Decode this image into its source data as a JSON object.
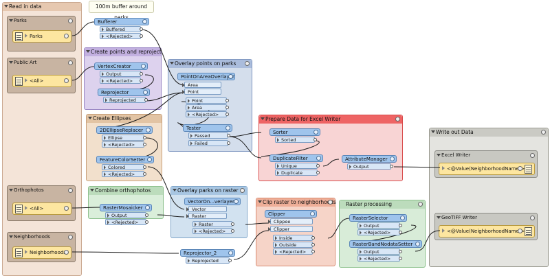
{
  "bookmarks": {
    "read_in_data": "Read in data",
    "create_points": "Create points and reproject",
    "overlay_points": "Overlay points on parks",
    "create_ellipses": "Create Ellipses",
    "combine_ortho": "Combine orthophotos",
    "overlay_parks_raster": "Overlay parks on raster",
    "clip_raster": "Clip raster to neighborhoods",
    "raster_processing": "Raster processing",
    "prepare_excel": "Prepare Data for Excel Writer",
    "write_out": "Write out Data"
  },
  "readers": {
    "parks": {
      "title": "Parks",
      "feature_type": "Parks"
    },
    "public_art": {
      "title": "Public Art",
      "feature_type": "<All>"
    },
    "orthophotos": {
      "title": "Orthophotos",
      "feature_type": "<All>"
    },
    "neighborhoods": {
      "title": "Neighborhoods",
      "feature_type": "Neighborhoods"
    }
  },
  "writers": {
    "excel": {
      "title": "Excel Writer",
      "feature_type": "<@Value(NeighborhoodName)>"
    },
    "geotiff": {
      "title": "GeoTIFF Writer",
      "feature_type": "<@Value(NeighborhoodName)>"
    }
  },
  "note": "100m buffer around parks",
  "transformers": {
    "bufferer": {
      "name": "Bufferer",
      "ports": [
        "Buffered",
        "<Rejected>"
      ]
    },
    "vertexcreator": {
      "name": "VertexCreator",
      "ports": [
        "Output",
        "<Rejected>"
      ]
    },
    "reprojector": {
      "name": "Reprojector",
      "ports": [
        "Reprojected"
      ]
    },
    "pointonarea": {
      "name": "PointOnAreaOverlayer",
      "inputs": [
        "Area",
        "Point"
      ],
      "ports": [
        "Point",
        "Area",
        "<Rejected>"
      ]
    },
    "tester": {
      "name": "Tester",
      "ports": [
        "Passed",
        "Failed"
      ]
    },
    "ellipse": {
      "name": "2DEllipseReplacer",
      "ports": [
        "Ellipse",
        "<Rejected>"
      ]
    },
    "colorsetter": {
      "name": "FeatureColorSetter",
      "ports": [
        "Colored",
        "<Rejected>"
      ]
    },
    "mosaicker": {
      "name": "RasterMosaicker",
      "ports": [
        "Output",
        "<Rejected>"
      ]
    },
    "vectoron": {
      "name": "VectorOn...verlayer",
      "inputs": [
        "Vector",
        "Raster"
      ],
      "ports": [
        "Raster",
        "<Rejected>"
      ]
    },
    "reprojector2": {
      "name": "Reprojector_2",
      "ports": [
        "Reprojected"
      ]
    },
    "clipper": {
      "name": "Clipper",
      "inputs": [
        "Clippee",
        "Clipper"
      ],
      "ports": [
        "Inside",
        "Outside",
        "<Rejected>"
      ]
    },
    "sorter": {
      "name": "Sorter",
      "ports": [
        "Sorted"
      ]
    },
    "duplicate": {
      "name": "DuplicateFilter",
      "ports": [
        "Unique",
        "Duplicate"
      ]
    },
    "attrmanager": {
      "name": "AttributeManager",
      "ports": [
        "Output"
      ]
    },
    "rasterselector": {
      "name": "RasterSelector",
      "ports": [
        "Output",
        "<Rejected>"
      ]
    },
    "nodatasetter": {
      "name": "RasterBandNodataSetter",
      "ports": [
        "Output",
        "<Rejected>"
      ]
    }
  },
  "colors": {
    "read_bg": "#f4e4d8",
    "points_bg": "#ddd2ee",
    "overlay_bg": "#d4deec",
    "ellipse_bg": "#f2e0cc",
    "ortho_bg": "#daeeda",
    "raster_bg": "#d2e2f0",
    "clip_bg": "#f6d4c8",
    "rproc_bg": "#d8ecd8",
    "excel_bg": "#f8d4d4",
    "write_bg": "#e4e4e0"
  }
}
